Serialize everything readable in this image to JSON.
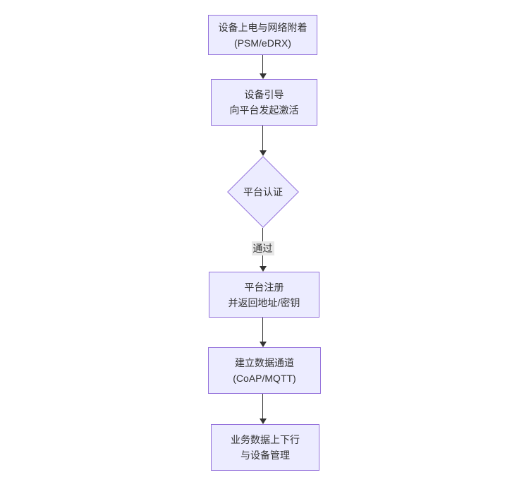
{
  "diagram": {
    "type": "flowchart",
    "direction": "top-down",
    "nodes": [
      {
        "id": "power",
        "shape": "rect",
        "lines": [
          "设备上电与网络附着",
          "(PSM/eDRX)"
        ]
      },
      {
        "id": "bootstrap",
        "shape": "rect",
        "lines": [
          "设备引导",
          "向平台发起激活"
        ]
      },
      {
        "id": "auth",
        "shape": "diamond",
        "lines": [
          "平台认证"
        ]
      },
      {
        "id": "register",
        "shape": "rect",
        "lines": [
          "平台注册",
          "并返回地址/密钥"
        ]
      },
      {
        "id": "channel",
        "shape": "rect",
        "lines": [
          "建立数据通道",
          "(CoAP/MQTT)"
        ]
      },
      {
        "id": "business",
        "shape": "rect",
        "lines": [
          "业务数据上下行",
          "与设备管理"
        ]
      }
    ],
    "edges": [
      {
        "from": "power",
        "to": "bootstrap",
        "label": ""
      },
      {
        "from": "bootstrap",
        "to": "auth",
        "label": ""
      },
      {
        "from": "auth",
        "to": "register",
        "label": "通过"
      },
      {
        "from": "register",
        "to": "channel",
        "label": ""
      },
      {
        "from": "channel",
        "to": "business",
        "label": ""
      }
    ],
    "colors": {
      "background": "#ffffff",
      "node_fill": "#ECECFF",
      "node_border": "#9370DB",
      "text": "#333333",
      "edge": "#333333",
      "edge_label_bg": "#e8e8e8"
    }
  }
}
